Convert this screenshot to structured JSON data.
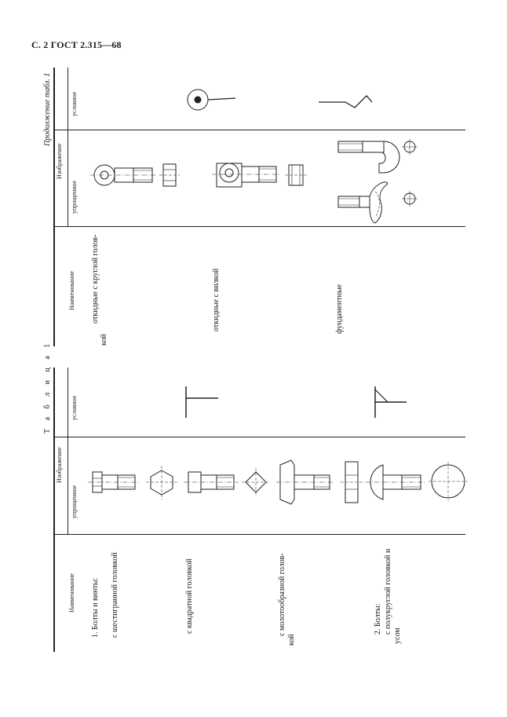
{
  "page_header": "С. 2  ГОСТ 2.315—68",
  "top_table": {
    "caption": "Продолжение табл. 1",
    "col_name": "Наименование",
    "col_image": "Изображение",
    "col_simplified": "упрощенное",
    "col_conventional": "условное",
    "rows": [
      {
        "name_line1": "откидные с круглой голов-",
        "name_line2": "кой"
      },
      {
        "name_line1": "откидные с вилкой"
      },
      {
        "name_line1": "фундаментные"
      }
    ]
  },
  "bottom_table": {
    "caption": "Т а б л и ц а  1",
    "col_name": "Наименование",
    "col_image": "Изображение",
    "col_simplified": "упрощенное",
    "col_conventional": "условное",
    "group1_title": "1. Болты и винты:",
    "group2_title": "2. Болты:",
    "rows": [
      {
        "name_line1": "с шестигранной головкой"
      },
      {
        "name_line1": "с квадратной головкой"
      },
      {
        "name_line1": "с молотообразной голов-",
        "name_line2": "кой"
      },
      {
        "name_line1": "с полукруглой головкой и",
        "name_line2": "усом"
      }
    ]
  }
}
